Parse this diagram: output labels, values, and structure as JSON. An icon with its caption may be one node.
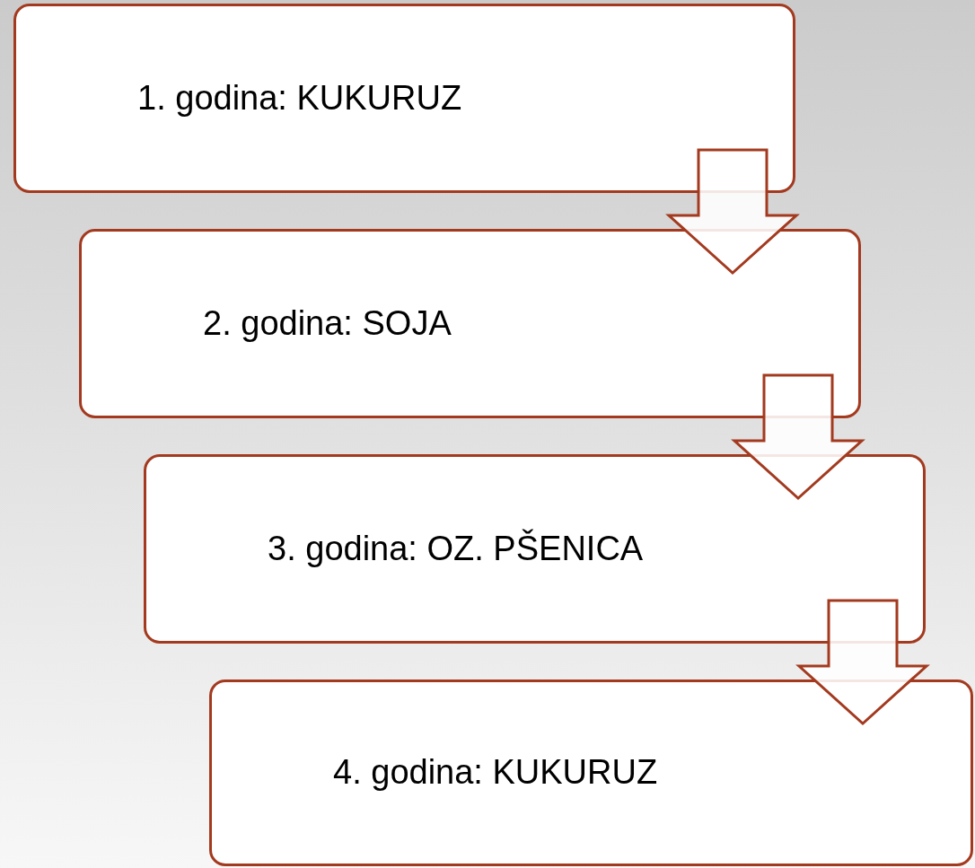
{
  "diagram": {
    "nodes": [
      {
        "text": [
          "1. godina: KUKURUZ"
        ]
      },
      {
        "text": [
          "2. godina: SOJA"
        ]
      },
      {
        "text": [
          "3. godina: OZ. PŠENICA"
        ]
      },
      {
        "text": [
          "4. godina: KUKURUZ"
        ]
      }
    ],
    "edges": [
      {
        "from": 0,
        "to": 1,
        "arrow": "to"
      },
      {
        "from": 1,
        "to": 2,
        "arrow": "to"
      },
      {
        "from": 2,
        "to": 3,
        "arrow": "to"
      }
    ]
  }
}
